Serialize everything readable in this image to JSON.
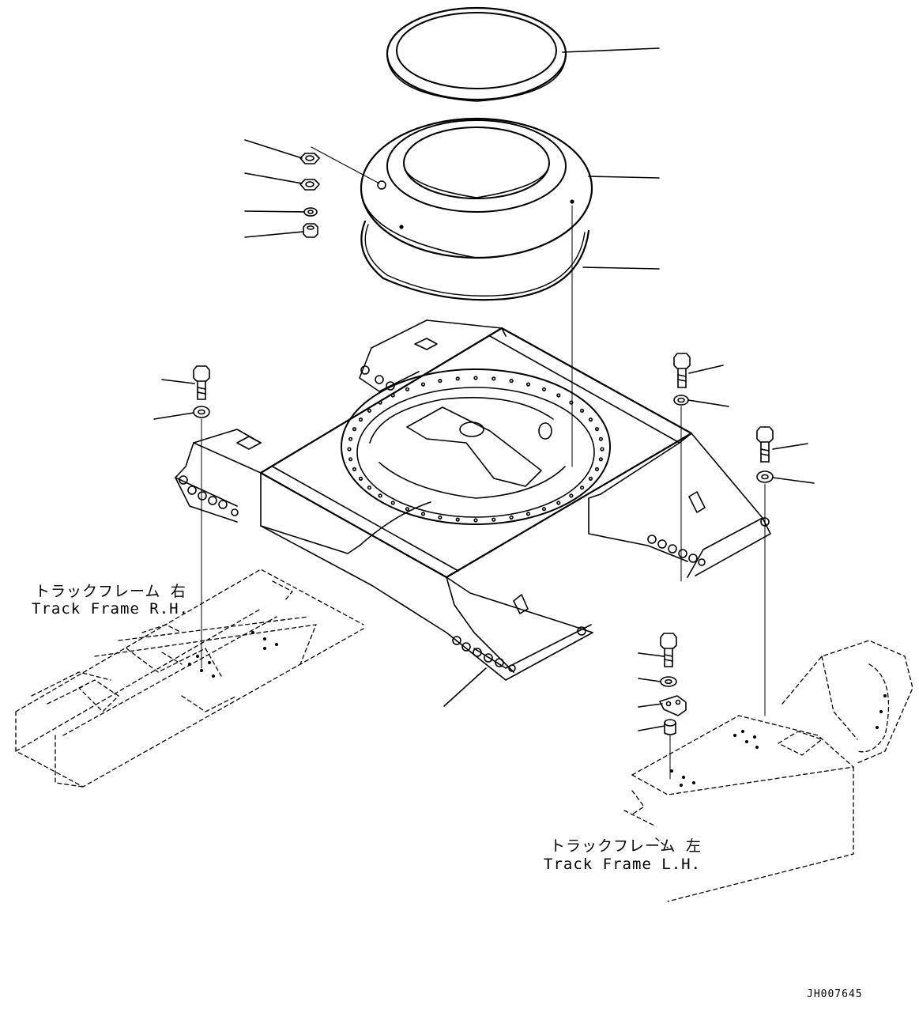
{
  "labels": {
    "track_frame_rh_jp": "トラックフレーム 右",
    "track_frame_rh_en": "Track Frame R.H.",
    "track_frame_lh_jp": "トラックフレーム 左",
    "track_frame_lh_en": "Track Frame L.H."
  },
  "drawing_code": "JH007645",
  "colors": {
    "line": "#000000",
    "background": "#ffffff"
  }
}
